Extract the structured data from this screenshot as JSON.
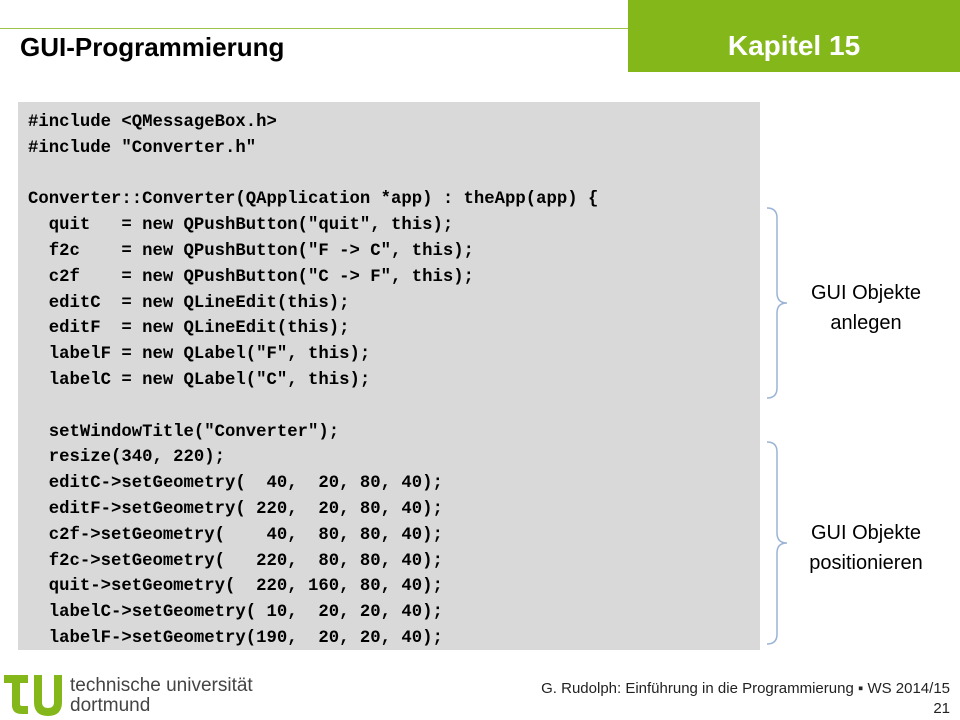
{
  "header": {
    "title": "GUI-Programmierung",
    "chapter": "Kapitel 15",
    "accent_color": "#84b81a"
  },
  "code_lines": [
    "#include <QMessageBox.h>",
    "#include \"Converter.h\"",
    "",
    "Converter::Converter(QApplication *app) : theApp(app) {",
    "  quit   = new QPushButton(\"quit\", this);",
    "  f2c    = new QPushButton(\"F -> C\", this);",
    "  c2f    = new QPushButton(\"C -> F\", this);",
    "  editC  = new QLineEdit(this);",
    "  editF  = new QLineEdit(this);",
    "  labelF = new QLabel(\"F\", this);",
    "  labelC = new QLabel(\"C\", this);",
    "",
    "  setWindowTitle(\"Converter\");",
    "  resize(340, 220);",
    "  editC->setGeometry(  40,  20, 80, 40);",
    "  editF->setGeometry( 220,  20, 80, 40);",
    "  c2f->setGeometry(    40,  80, 80, 40);",
    "  f2c->setGeometry(   220,  80, 80, 40);",
    "  quit->setGeometry(  220, 160, 80, 40);",
    "  labelC->setGeometry( 10,  20, 20, 40);",
    "  labelF->setGeometry(190,  20, 20, 40);"
  ],
  "annotations": {
    "create_line1": "GUI Objekte",
    "create_line2": "anlegen",
    "position_line1": "GUI Objekte",
    "position_line2": "positionieren"
  },
  "logo": {
    "line1": "technische universität",
    "line2": "dortmund"
  },
  "footer": {
    "credit": "G. Rudolph: Einführung in die Programmierung ▪ WS 2014/15",
    "page": "21"
  }
}
